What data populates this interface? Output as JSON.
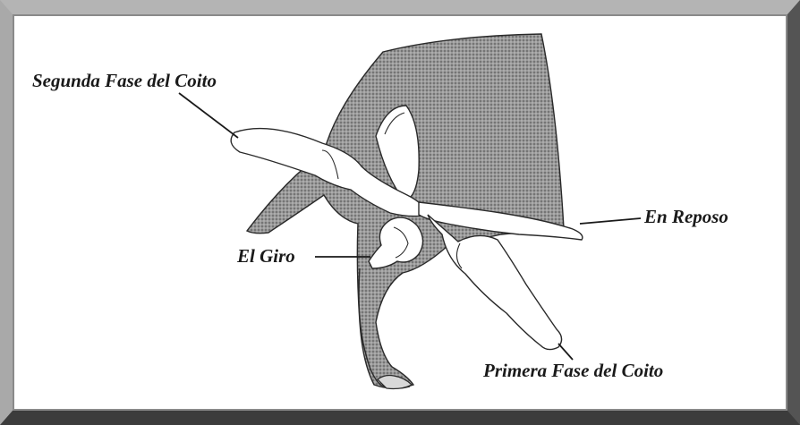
{
  "diagram": {
    "labels": {
      "segunda_fase": "Segunda Fase del Coito",
      "en_reposo": "En Reposo",
      "el_giro": "El Giro",
      "primera_fase": "Primera Fase del Coito"
    },
    "colors": {
      "frame_light": "#b4b4b4",
      "frame_dark": "#3c3c3c",
      "stipple": "#8c8c8c",
      "ink": "#1a1a1a"
    }
  }
}
